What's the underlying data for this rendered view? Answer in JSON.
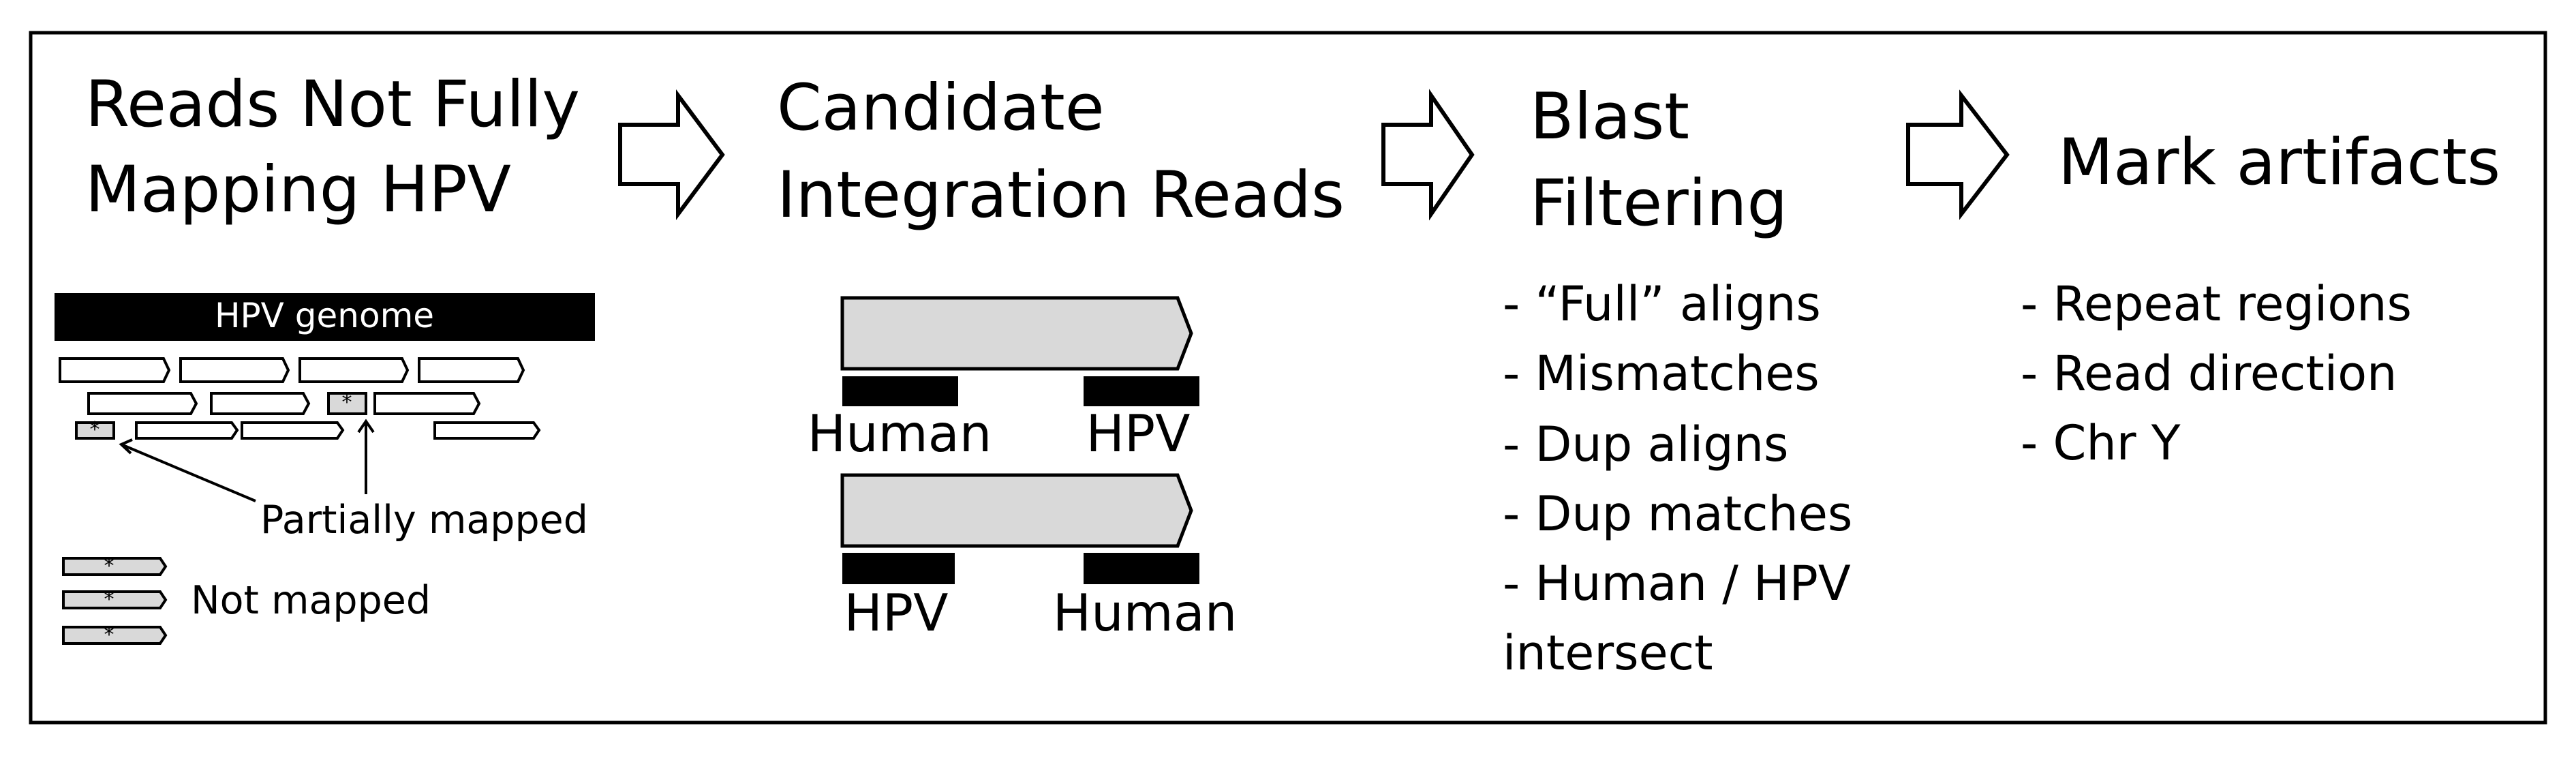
{
  "frame": {
    "border_color": "#000000",
    "background": "#ffffff"
  },
  "colors": {
    "read_fill_mapped": "#ffffff",
    "read_fill_unmapped": "#d9d9d9",
    "candidate_read_fill": "#d9d9d9",
    "bar_fill": "#000000",
    "arrow_stroke": "#000000"
  },
  "stages": [
    {
      "title_lines": [
        "Reads Not Fully",
        "Mapping HPV"
      ]
    },
    {
      "title_lines": [
        "Candidate",
        "Integration Reads"
      ]
    },
    {
      "title_lines": [
        "Blast",
        "Filtering"
      ],
      "items": [
        "- “Full” aligns",
        "- Mismatches",
        "- Dup aligns",
        "- Dup matches",
        "- Human / HPV",
        "intersect"
      ]
    },
    {
      "title_lines": [
        "Mark artifacts"
      ],
      "items": [
        "- Repeat regions",
        "- Read direction",
        "- Chr Y"
      ]
    }
  ],
  "connector_icons": [
    "right-arrow-outline-icon",
    "right-arrow-outline-icon",
    "right-arrow-outline-icon"
  ],
  "stage1": {
    "genome_label": "HPV genome",
    "partial_label": "Partially mapped",
    "unmapped_label": "Not mapped",
    "partial_marker": "*",
    "unmapped_marker": "*"
  },
  "stage2": {
    "pairs": [
      {
        "left_label": "Human",
        "right_label": "HPV"
      },
      {
        "left_label": "HPV",
        "right_label": "Human"
      }
    ]
  }
}
